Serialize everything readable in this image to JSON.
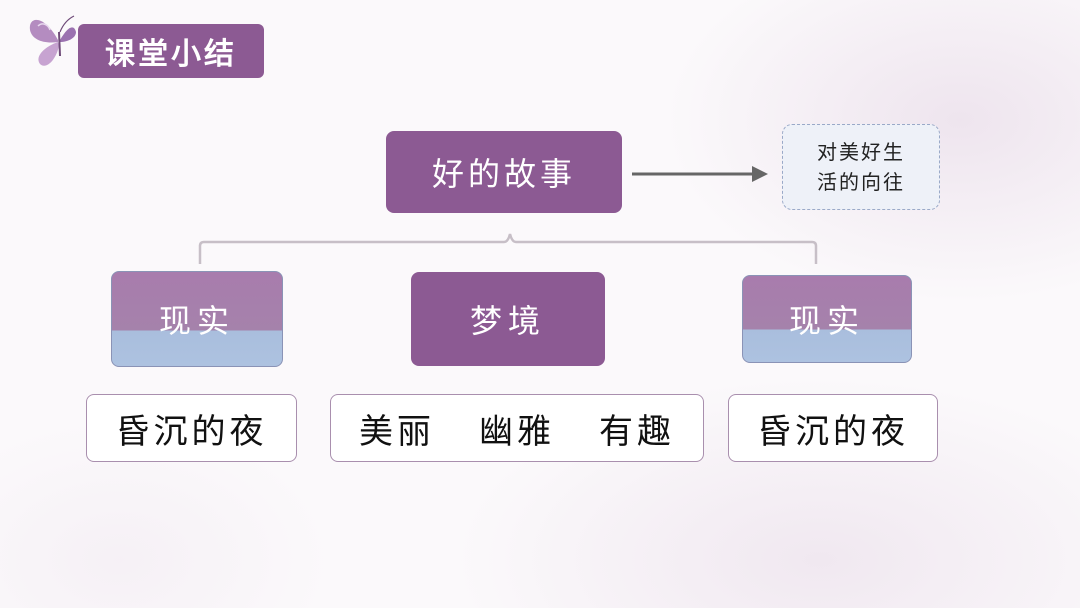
{
  "header": {
    "title": "课堂小结",
    "icon": "butterfly-icon"
  },
  "diagram": {
    "root": {
      "label": "好的故事"
    },
    "note": {
      "line1": "对美好生",
      "line2": "活的向往"
    },
    "nodes": [
      {
        "label": "现实",
        "desc": "昏沉的夜"
      },
      {
        "label": "梦境",
        "desc_words": [
          "美丽",
          "幽雅",
          "有趣"
        ]
      },
      {
        "label": "现实",
        "desc": "昏沉的夜"
      }
    ]
  },
  "colors": {
    "primary": "#8c5a93",
    "reality_top": "#a87cad",
    "reality_bottom": "#adc2e0",
    "arrow": "#666666",
    "bracket": "#c7bfc7",
    "note_bg": "#eef1f8"
  }
}
